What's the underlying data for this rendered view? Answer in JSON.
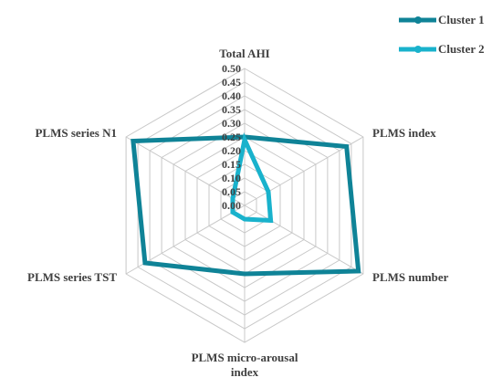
{
  "chart_data": {
    "type": "radar",
    "title": "",
    "axes": [
      "Total AHI",
      "PLMS index",
      "PLMS number",
      "PLMS micro-arousal index",
      "PLMS series TST",
      "PLMS series N1"
    ],
    "axis_label_lines": [
      [
        "Total AHI"
      ],
      [
        "PLMS index"
      ],
      [
        "PLMS number"
      ],
      [
        "PLMS micro-arousal",
        "index"
      ],
      [
        "PLMS series TST"
      ],
      [
        "PLMS series N1"
      ]
    ],
    "ticks": [
      "0.00",
      "0.05",
      "0.10",
      "0.15",
      "0.20",
      "0.25",
      "0.30",
      "0.35",
      "0.40",
      "0.45",
      "0.50"
    ],
    "rlim": [
      0,
      0.5
    ],
    "grid": true,
    "legend_position": "top-right",
    "series": [
      {
        "name": "Cluster 1",
        "color": "#0f8397",
        "values": [
          0.25,
          0.43,
          0.48,
          0.25,
          0.42,
          0.47
        ]
      },
      {
        "name": "Cluster 2",
        "color": "#19b2cc",
        "values": [
          0.24,
          0.1,
          0.11,
          0.05,
          0.05,
          0.05
        ]
      }
    ],
    "grid_color": "#c8c8c8"
  }
}
